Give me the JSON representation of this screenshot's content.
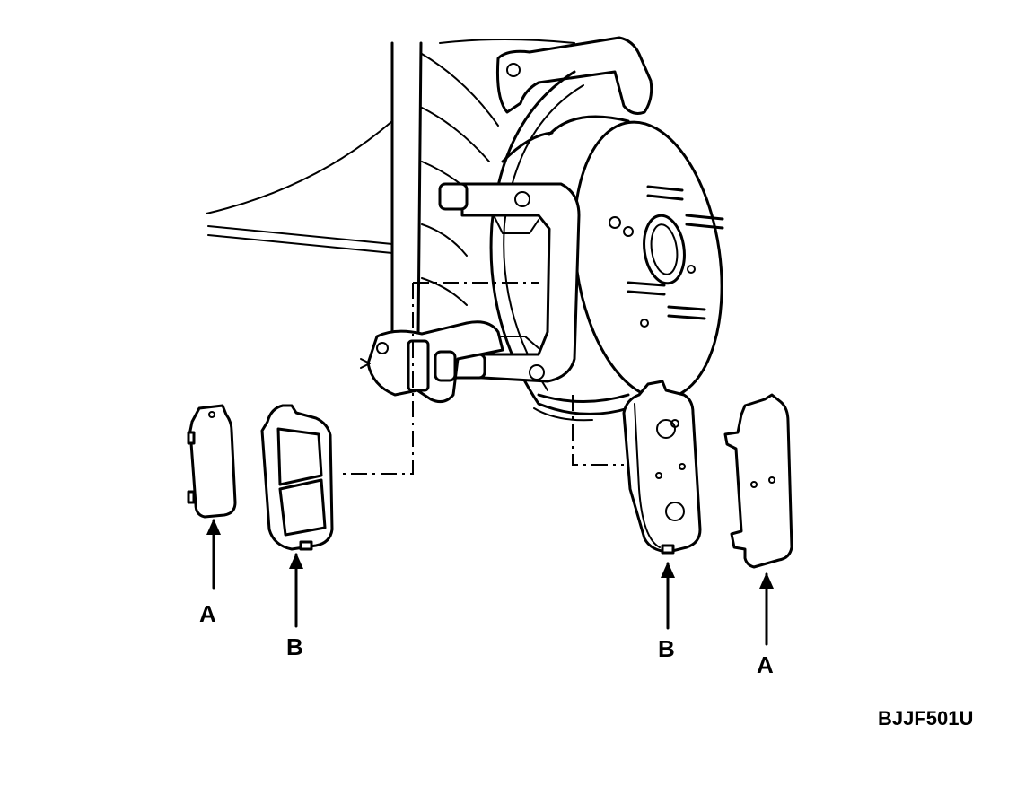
{
  "labels": {
    "left_shim": "A",
    "left_pad": "B",
    "right_pad": "B",
    "right_shim": "A"
  },
  "figure_code": "BJJF501U",
  "colors": {
    "ink": "#000000",
    "paper": "#ffffff"
  }
}
